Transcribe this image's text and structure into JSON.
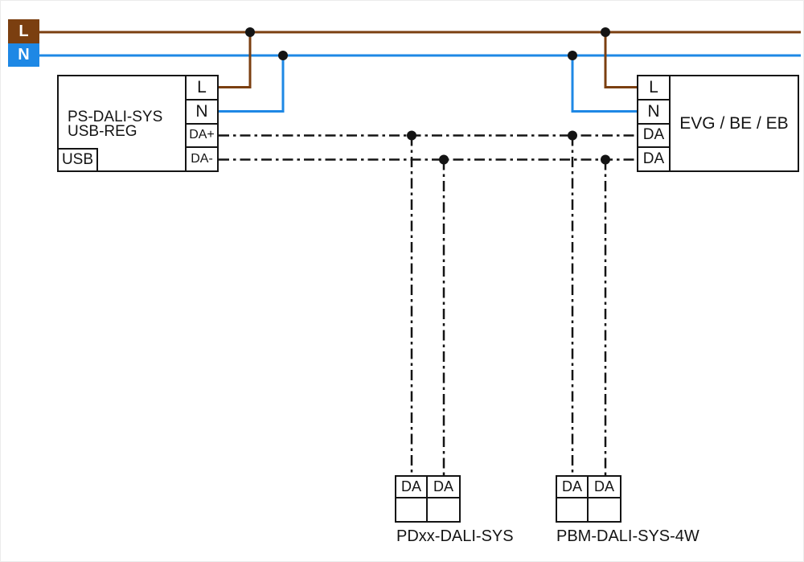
{
  "colors": {
    "live": "#7b3f10",
    "neutral": "#1e88e5",
    "wire": "#141414"
  },
  "mains_legend": {
    "live": "L",
    "neutral": "N"
  },
  "psu": {
    "name_line1": "PS-DALI-SYS",
    "name_line2": "USB-REG",
    "usb_label": "USB",
    "terminals": {
      "l": "L",
      "n": "N",
      "da_plus": "DA+",
      "da_minus": "DA-"
    }
  },
  "ballast": {
    "name": "EVG / BE / EB",
    "terminals": {
      "l": "L",
      "n": "N",
      "da1": "DA",
      "da2": "DA"
    }
  },
  "sensor": {
    "name": "PDxx-DALI-SYS",
    "terminals": {
      "da1": "DA",
      "da2": "DA"
    }
  },
  "pushbutton": {
    "name": "PBM-DALI-SYS-4W",
    "terminals": {
      "da1": "DA",
      "da2": "DA"
    }
  }
}
